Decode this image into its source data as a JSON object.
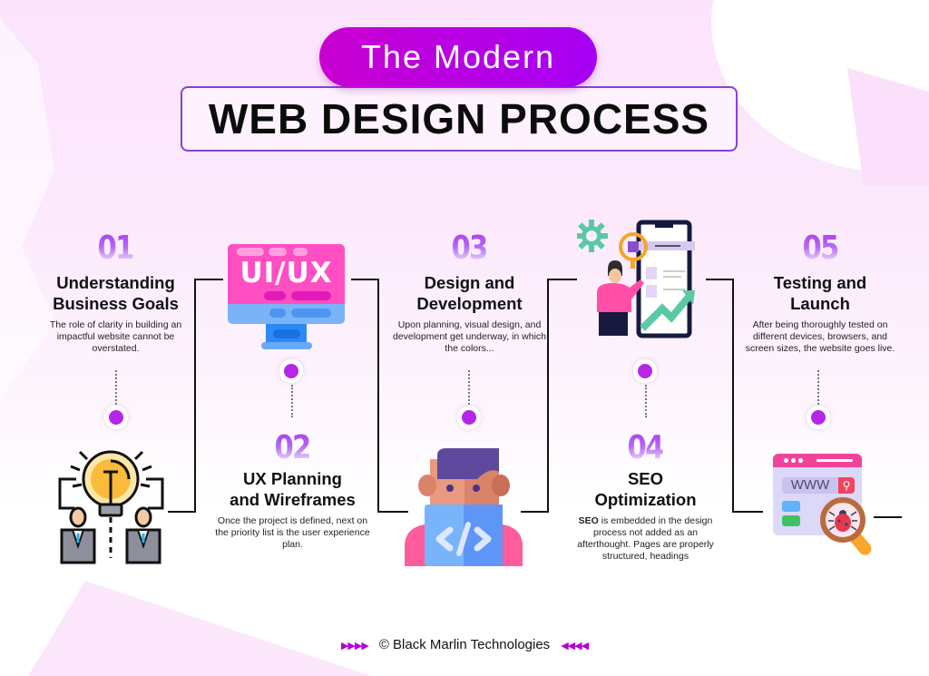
{
  "header": {
    "subtitle_pill": "The Modern",
    "title": "WEB DESIGN PROCESS"
  },
  "steps": [
    {
      "number": "01",
      "title_line1": "Understanding",
      "title_line2": "Business Goals",
      "description": "The role of clarity in building an impactful website cannot be overstated.",
      "icon": "lightbulb-team-icon"
    },
    {
      "number": "02",
      "title_line1": "UX Planning",
      "title_line2": "and Wireframes",
      "description": "Once the project is defined, next on the priority list is the user experience plan.",
      "icon": "ui-ux-monitor-icon",
      "icon_text": "UI/UX"
    },
    {
      "number": "03",
      "title_line1": "Design and",
      "title_line2": "Development",
      "description": "Upon planning, visual design, and development get underway, in which the colors...",
      "icon": "developer-code-icon"
    },
    {
      "number": "04",
      "title_line1": "SEO",
      "title_line2": "Optimization",
      "description_bold": "SEO",
      "description": " is embedded in the design process not added as an afterthought. Pages are properly structured, headings",
      "icon": "seo-analytics-icon"
    },
    {
      "number": "05",
      "title_line1": "Testing and",
      "title_line2": "Launch",
      "description": "After being thoroughly tested on different devices, browsers, and screen sizes, the website goes live.",
      "icon": "bug-testing-browser-icon",
      "icon_text": "WWW"
    }
  ],
  "footer": {
    "left_arrows": "▶▶▶▶",
    "copyright": "© Black Marlin Technologies",
    "right_arrows": "◀◀◀◀"
  },
  "colors": {
    "pill_gradient_start": "#c900d0",
    "pill_gradient_end": "#a700f5",
    "title_border": "#8c3fd6",
    "dot": "#b626e6",
    "number_gradient": "#a93af0"
  }
}
